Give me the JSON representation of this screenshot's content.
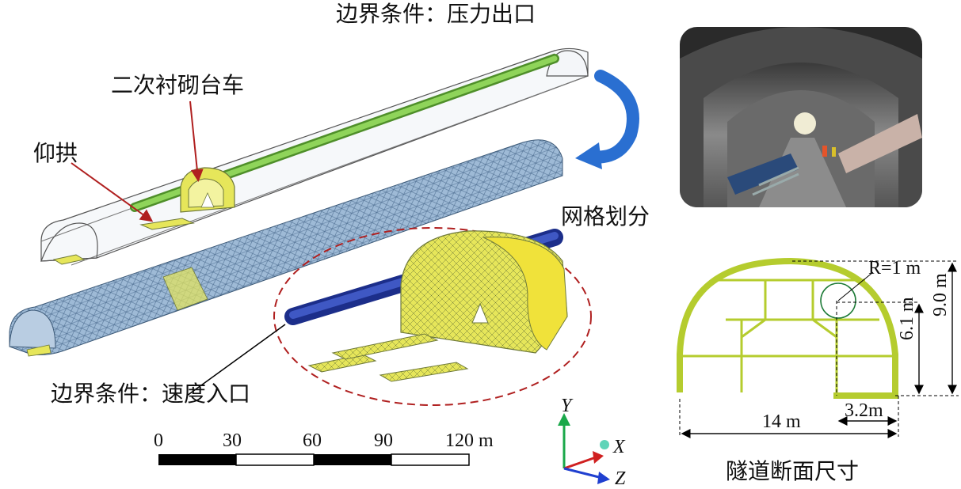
{
  "labels": {
    "outlet": "边界条件：压力出口",
    "trolley": "二次衬砌台车",
    "invert": "仰拱",
    "mesh": "网格划分",
    "inlet": "边界条件：速度入口",
    "section_title": "隧道断面尺寸"
  },
  "scale_bar": {
    "ticks": [
      "0",
      "30",
      "60",
      "90",
      "120 m"
    ]
  },
  "axes": {
    "y": "Y",
    "x": "X",
    "z": "Z"
  },
  "section_dims": {
    "radius": "R=1 m",
    "height_total": "9.0 m",
    "height_wall": "6.1 m",
    "width": "14 m",
    "offset": "3.2m"
  },
  "colors": {
    "pipe": "#7cc644",
    "trolley": "#e6e65a",
    "mesh": "#8fb0cf",
    "section": "#b5cc2e",
    "arrow": "#2a6fd1",
    "dash_ellipse": "#b02020",
    "pointer": "#b02020"
  },
  "icons": [
    "curved-arrow-icon",
    "axis-triad-icon",
    "tunnel-photo"
  ]
}
